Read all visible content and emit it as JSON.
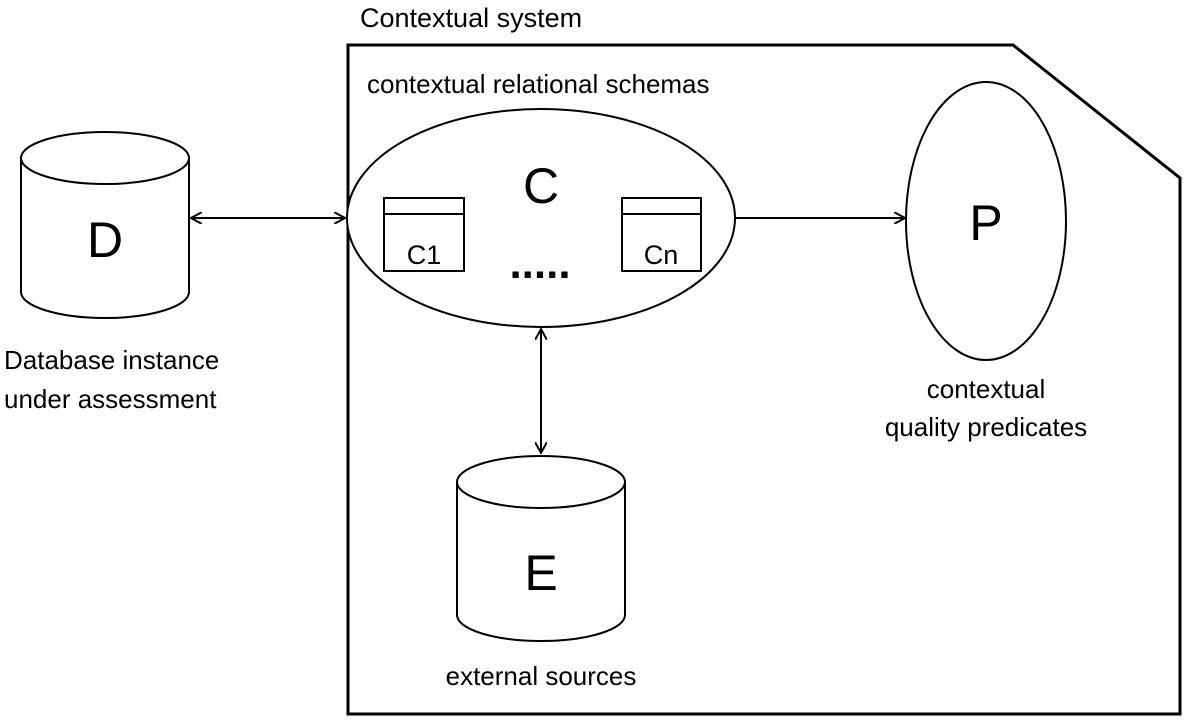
{
  "system": {
    "title": "Contextual system"
  },
  "database": {
    "letter": "D",
    "caption_line1": "Database instance",
    "caption_line2": "under assessment"
  },
  "schemas": {
    "label": "contextual relational schemas",
    "letter": "C",
    "table_first": "C1",
    "table_last": "Cn",
    "ellipsis": "....."
  },
  "predicates": {
    "letter": "P",
    "caption_line1": "contextual",
    "caption_line2": "quality predicates"
  },
  "external": {
    "letter": "E",
    "caption": "external sources"
  }
}
